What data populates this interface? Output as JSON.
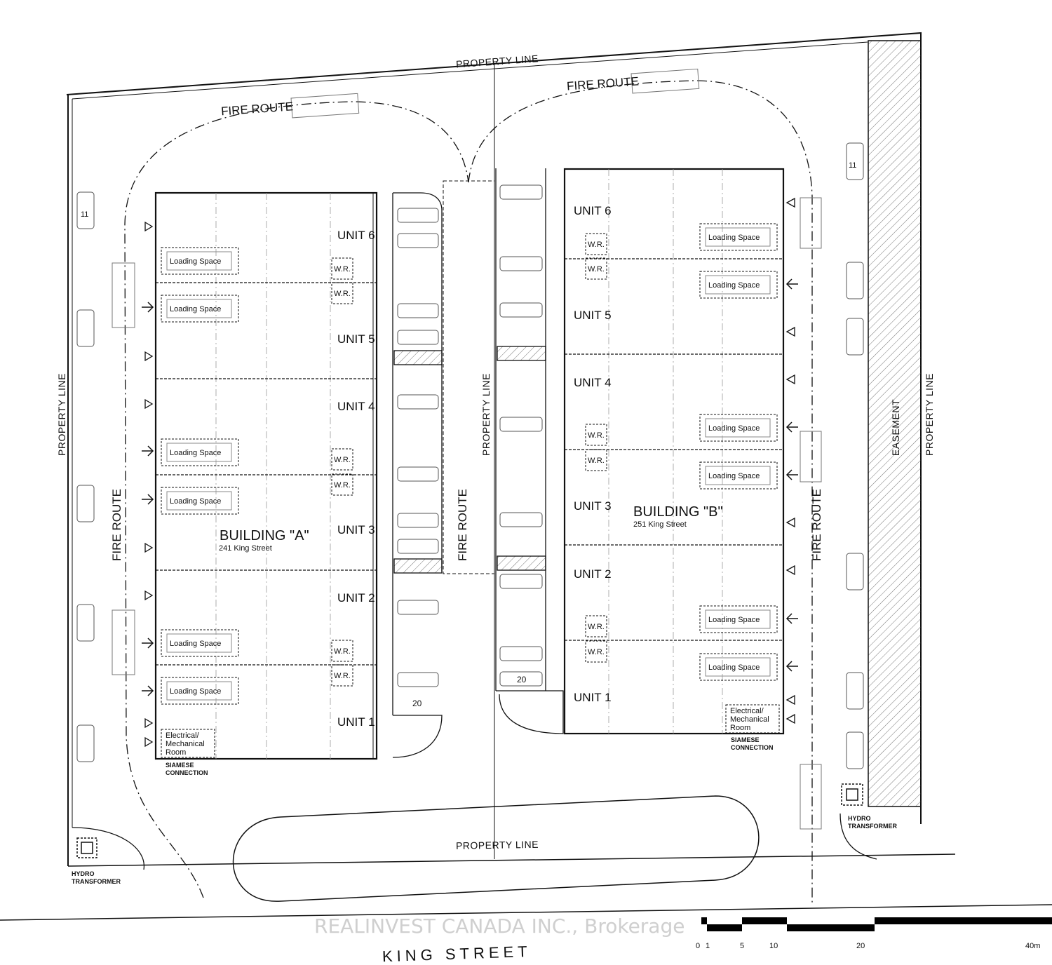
{
  "labels": {
    "property_line": "PROPERTY LINE",
    "fire_route": "FIRE ROUTE",
    "easement": "EASEMENT",
    "street": "KING STREET",
    "hydro_transformer_1": "HYDRO",
    "hydro_transformer_2": "TRANSFORMER",
    "siamese_1": "SIAMESE",
    "siamese_2": "CONNECTION",
    "elec_1": "Electrical/",
    "elec_2": "Mechanical",
    "elec_3": "Room",
    "loading_space": "Loading Space",
    "washroom": "W.R.",
    "parking_count_a": "20",
    "parking_count_b": "20",
    "parking_count_east": "11",
    "parking_count_west": "11"
  },
  "building_a": {
    "name": "BUILDING \"A\"",
    "address": "241 King Street",
    "units": [
      "UNIT 6",
      "UNIT 5",
      "UNIT 4",
      "UNIT 3",
      "UNIT 2",
      "UNIT 1"
    ]
  },
  "building_b": {
    "name": "BUILDING \"B\"",
    "address": "251 King Street",
    "units": [
      "UNIT 6",
      "UNIT 5",
      "UNIT 4",
      "UNIT 3",
      "UNIT 2",
      "UNIT 1"
    ]
  },
  "scale_bar": {
    "ticks": [
      "0",
      "1",
      "5",
      "10",
      "20",
      "40m"
    ]
  },
  "watermark": "REALINVEST CANADA INC., Brokerage"
}
